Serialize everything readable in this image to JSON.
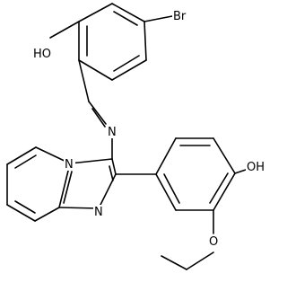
{
  "structure": {
    "atoms": {
      "hydroxyl_top": "HO",
      "bromine": "Br",
      "imine_nitrogen": "N",
      "bridgehead_nitrogen": "N",
      "ring_nitrogen": "N",
      "hydroxyl_right": "OH",
      "ether_oxygen": "O"
    }
  }
}
